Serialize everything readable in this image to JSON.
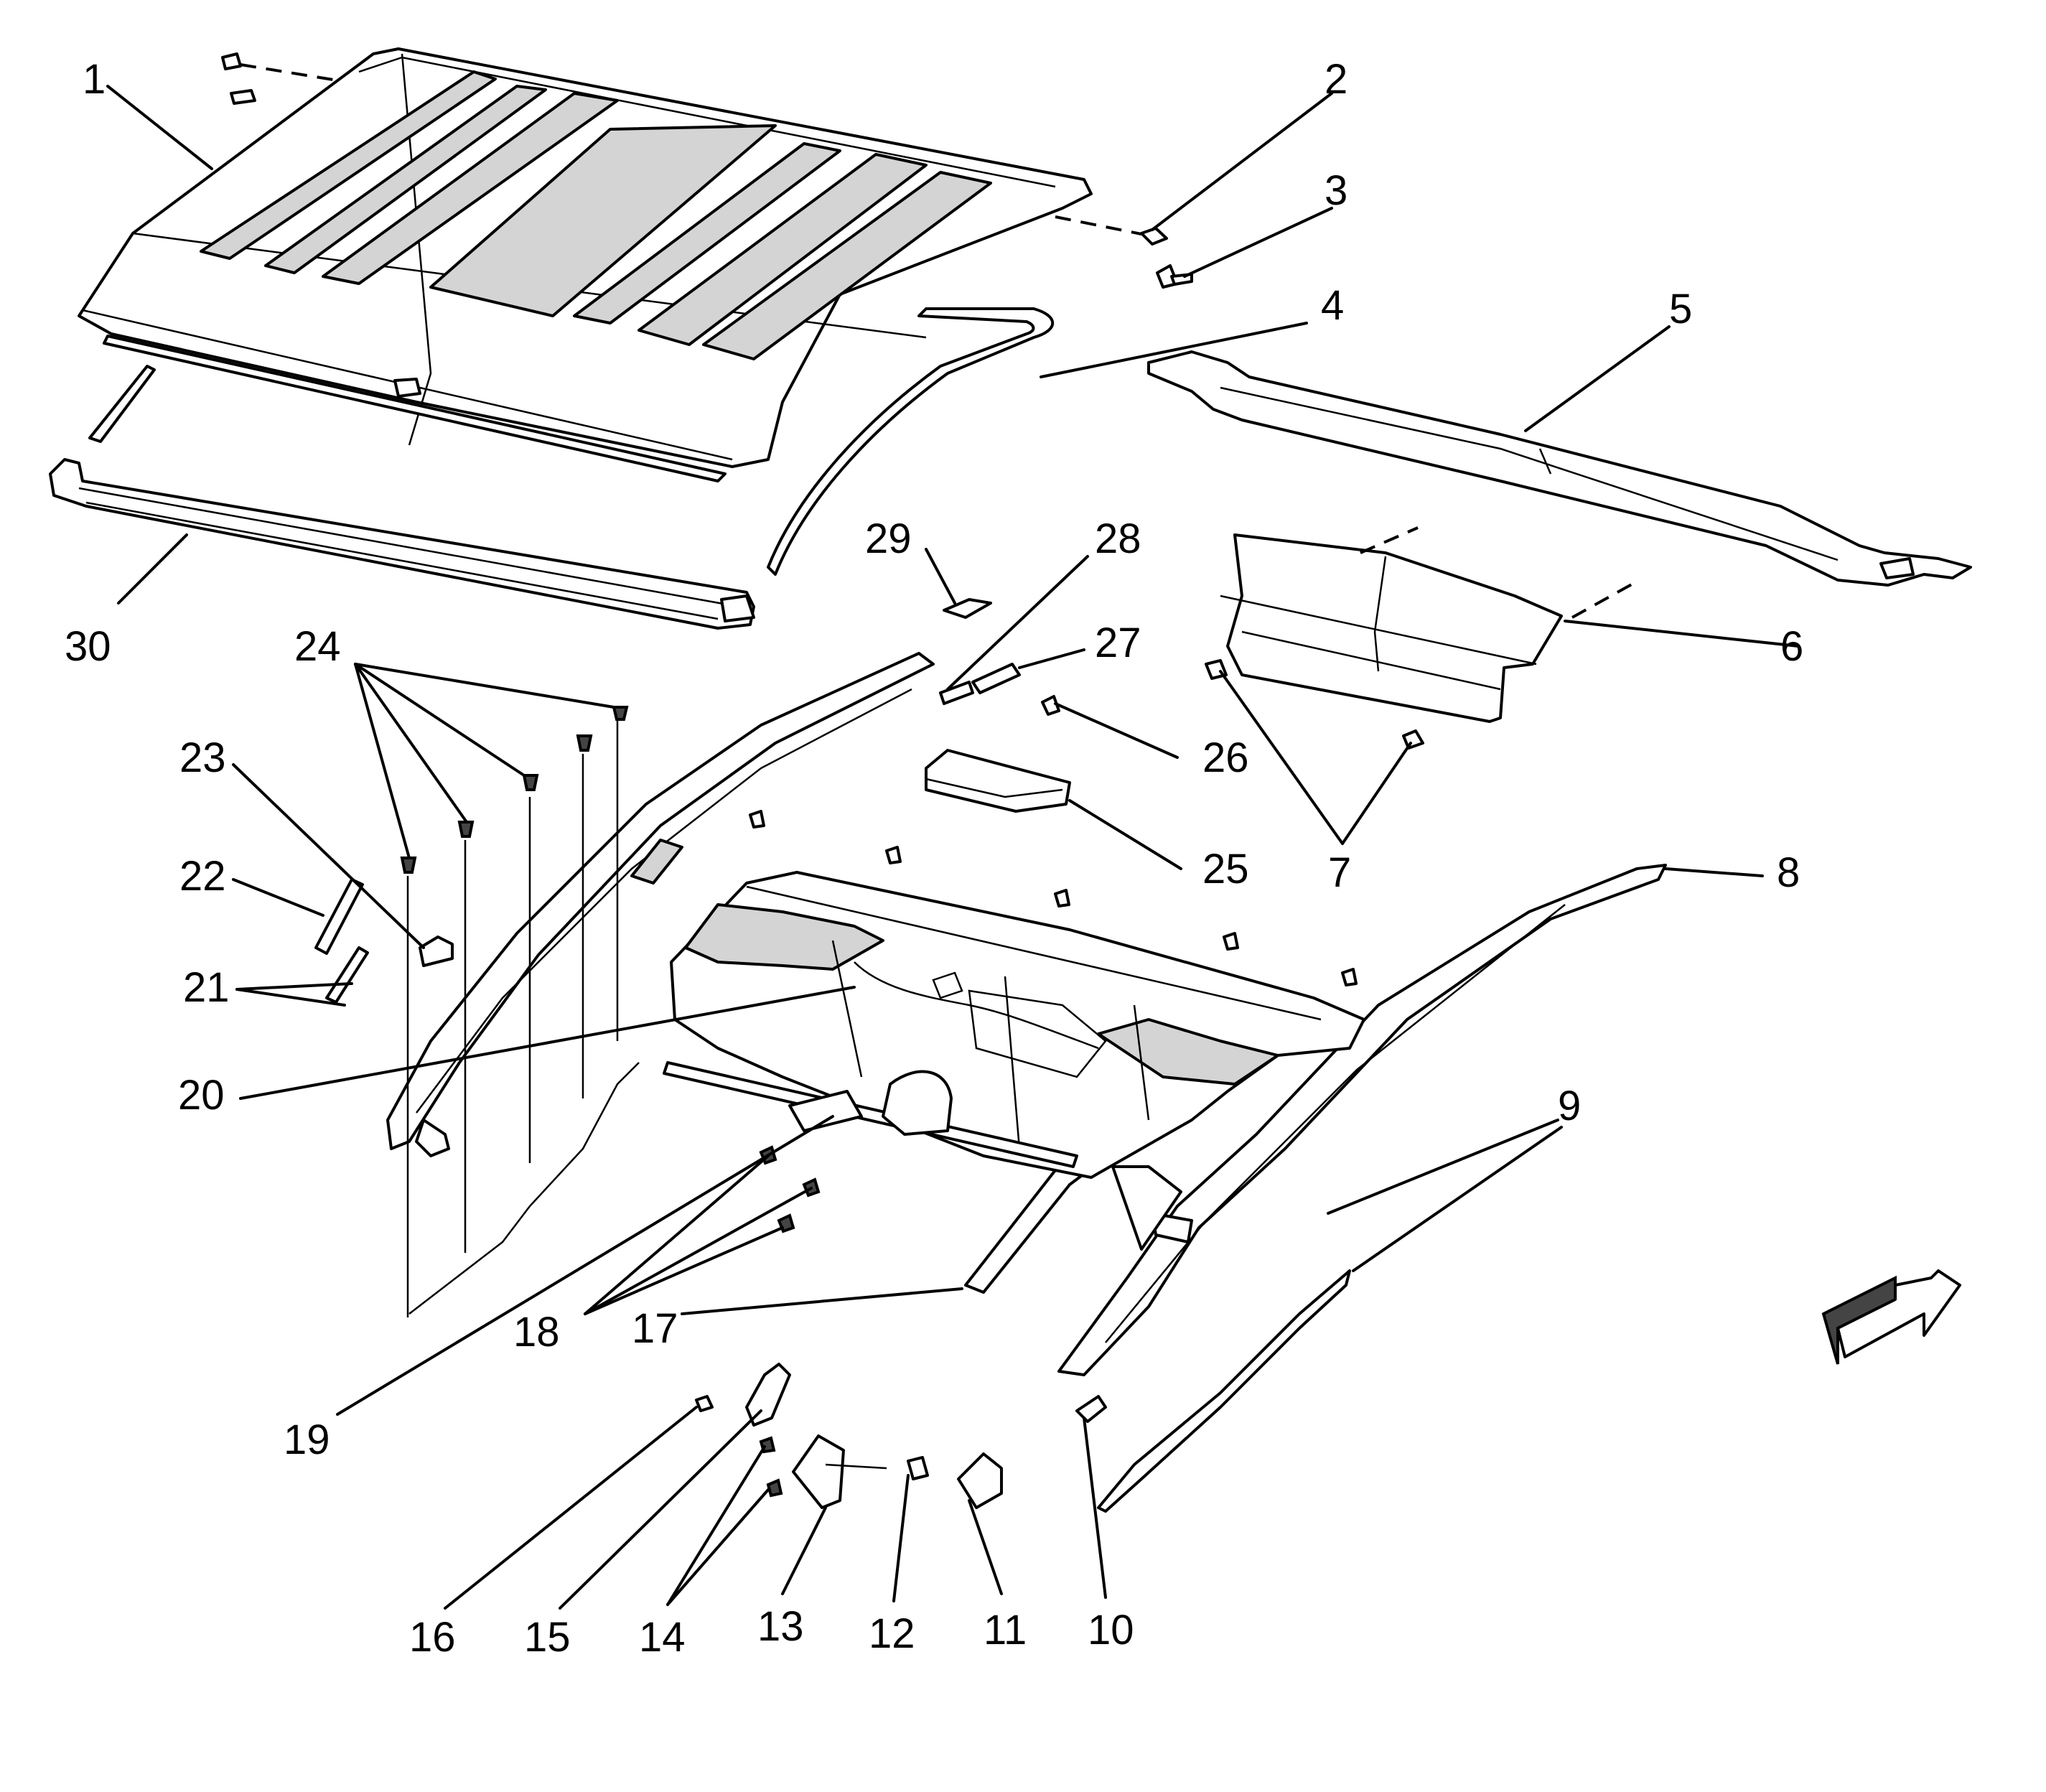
{
  "callouts": [
    {
      "label": "1"
    },
    {
      "label": "2"
    },
    {
      "label": "3"
    },
    {
      "label": "4"
    },
    {
      "label": "5"
    },
    {
      "label": "6"
    },
    {
      "label": "7"
    },
    {
      "label": "8"
    },
    {
      "label": "9"
    },
    {
      "label": "10"
    },
    {
      "label": "11"
    },
    {
      "label": "12"
    },
    {
      "label": "13"
    },
    {
      "label": "14"
    },
    {
      "label": "15"
    },
    {
      "label": "16"
    },
    {
      "label": "17"
    },
    {
      "label": "18"
    },
    {
      "label": "19"
    },
    {
      "label": "20"
    },
    {
      "label": "21"
    },
    {
      "label": "22"
    },
    {
      "label": "23"
    },
    {
      "label": "24"
    },
    {
      "label": "25"
    },
    {
      "label": "26"
    },
    {
      "label": "27"
    },
    {
      "label": "28"
    },
    {
      "label": "29"
    },
    {
      "label": "30"
    }
  ],
  "icons": {
    "direction_arrow": "forward-arrow-icon"
  }
}
